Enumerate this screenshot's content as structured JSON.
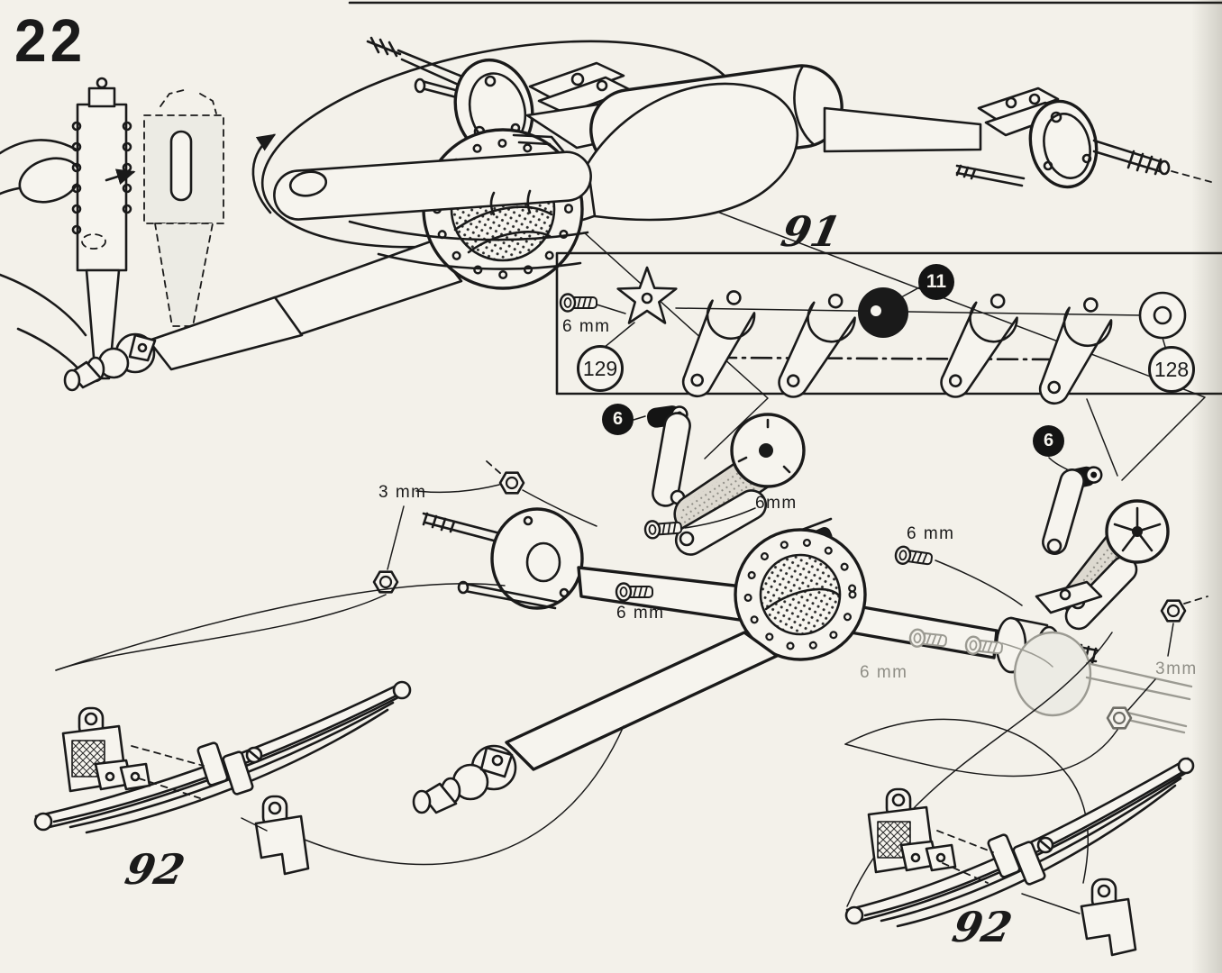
{
  "page": {
    "type": "model-kit assembly instruction sheet, step diagram",
    "step_number": "22",
    "paper_color": "#f3f1ea",
    "ink_color": "#1a1a1a",
    "ghost_ink_color": "#9b9a92"
  },
  "figure_labels": {
    "top_assembly": "91",
    "bottom_left_assembly": "92",
    "bottom_right_assembly": "92"
  },
  "part_callouts": {
    "circled_129": "129",
    "circled_128": "128",
    "badge_11": "11",
    "badge_6_center": "6",
    "badge_6_right": "6"
  },
  "measurement_labels": {
    "parts_box_screw": "6 mm",
    "left_nuts": "3 mm",
    "center_shock_screw": "6mm",
    "center_axle_screw": "6 mm",
    "right_shock_screw": "6 mm",
    "ghost_axle_screw": "6 mm",
    "ghost_right_nuts": "3mm"
  }
}
